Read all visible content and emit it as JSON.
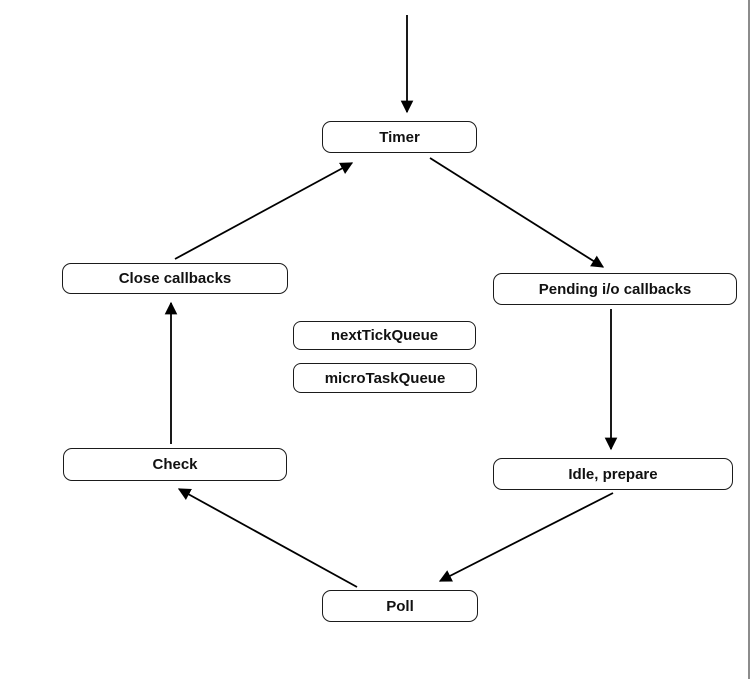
{
  "diagram": {
    "description": "Event loop phases flow diagram",
    "nodes": {
      "timer": {
        "label": "Timer"
      },
      "close_callbacks": {
        "label": "Close callbacks"
      },
      "pending_io_callbacks": {
        "label": "Pending i/o callbacks"
      },
      "next_tick_queue": {
        "label": "nextTickQueue"
      },
      "micro_task_queue": {
        "label": "microTaskQueue"
      },
      "check": {
        "label": "Check"
      },
      "idle_prepare": {
        "label": "Idle, prepare"
      },
      "poll": {
        "label": "Poll"
      }
    },
    "edges": [
      {
        "from": "start",
        "to": "timer"
      },
      {
        "from": "timer",
        "to": "pending_io_callbacks"
      },
      {
        "from": "pending_io_callbacks",
        "to": "idle_prepare"
      },
      {
        "from": "idle_prepare",
        "to": "poll"
      },
      {
        "from": "poll",
        "to": "check"
      },
      {
        "from": "check",
        "to": "close_callbacks"
      },
      {
        "from": "close_callbacks",
        "to": "timer"
      }
    ],
    "colors": {
      "background": "#ffffff",
      "box_fill": "#ffffff",
      "box_border": "#1b1b1b",
      "arrow": "#000000",
      "right_edge_line": "#8c8c8c"
    }
  }
}
